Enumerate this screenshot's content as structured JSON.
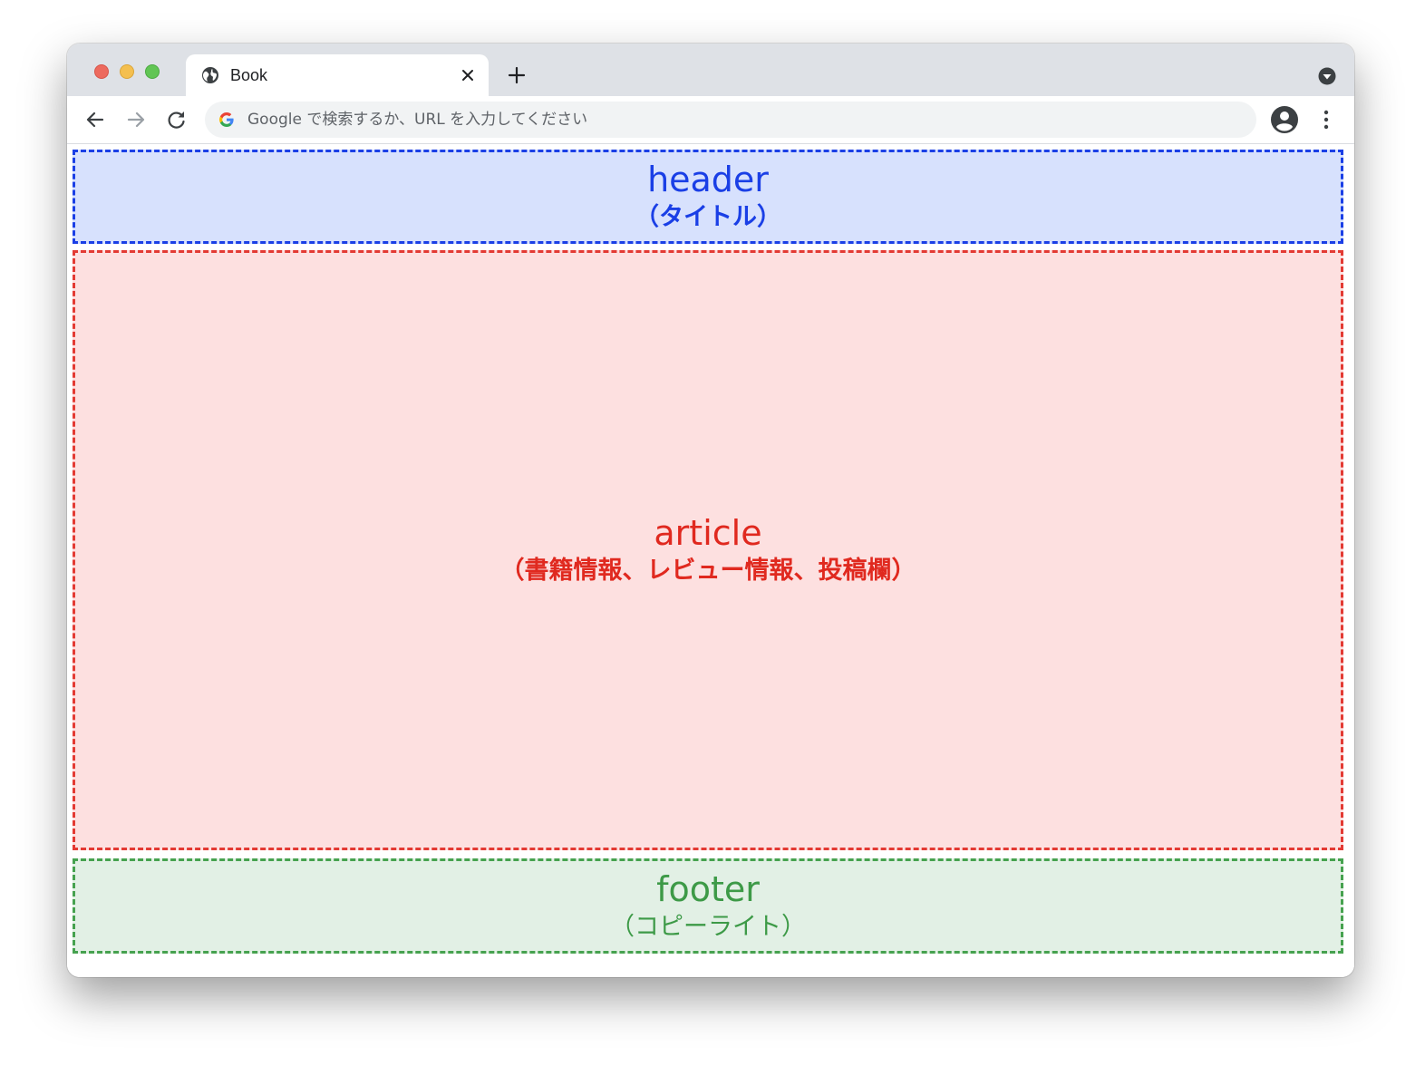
{
  "browser": {
    "tab": {
      "title": "Book",
      "favicon": "globe-icon"
    },
    "omnibox": {
      "placeholder": "Google で検索するか、URL を入力してください"
    },
    "colors": {
      "tabstrip": "#dee1e6",
      "omnibox_bg": "#f1f3f4",
      "traffic_red": "#ed6a5e",
      "traffic_yellow": "#f4bf4f",
      "traffic_green": "#61c554"
    }
  },
  "page": {
    "header": {
      "title": "header",
      "subtitle": "（タイトル）",
      "color": "#1a3fe6",
      "background": "#d7e1fd"
    },
    "article": {
      "title": "article",
      "subtitle": "（書籍情報、レビュー情報、投稿欄）",
      "color": "#e0291f",
      "background": "#fde0e0"
    },
    "footer": {
      "title": "footer",
      "subtitle": "（コピーライト）",
      "color": "#3d9a47",
      "background": "#e2f0e5"
    }
  }
}
